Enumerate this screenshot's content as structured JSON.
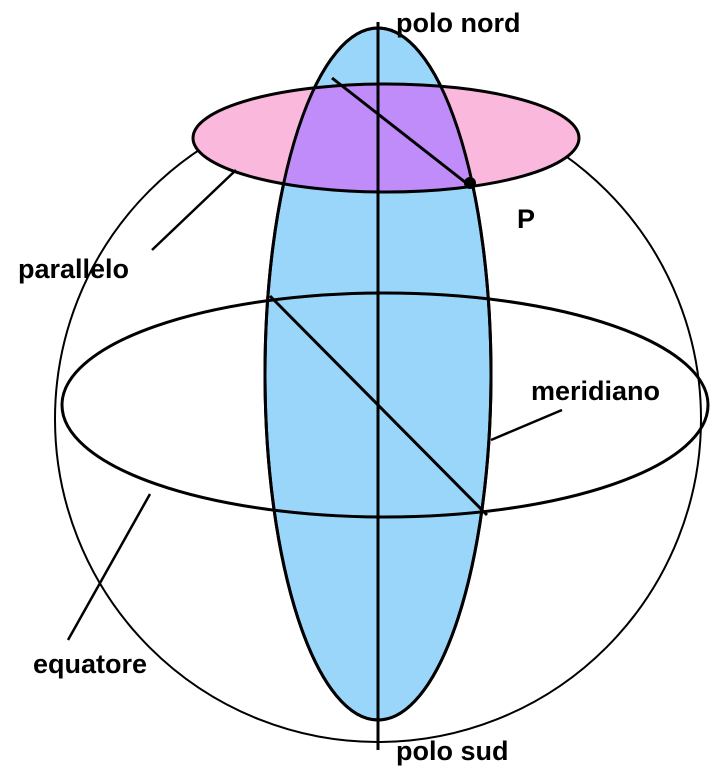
{
  "labels": {
    "north_pole": "polo nord",
    "south_pole": "polo sud",
    "point": "P",
    "parallel": "parallelo",
    "meridian": "meridiano",
    "equator": "equatore"
  },
  "colors": {
    "meridian_fill": "#99d6fa",
    "parallel_fill": "#fbb8dd",
    "overlap_fill": "#c08cf9",
    "stroke": "#000000",
    "background": "#ffffff"
  }
}
